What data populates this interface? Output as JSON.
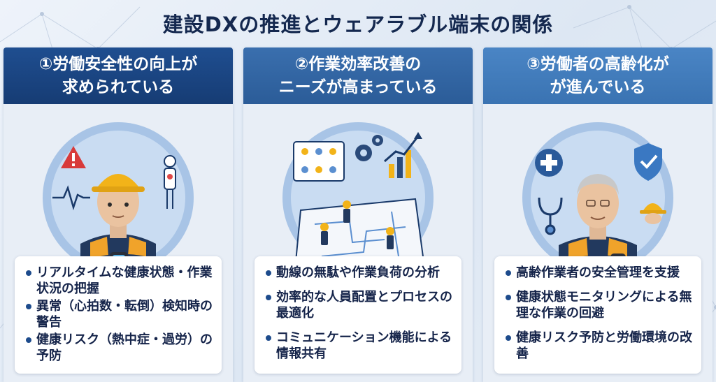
{
  "title": "建設DXの推進とウェアラブル端末の関係",
  "columns": [
    {
      "header": [
        "①労働安全性の向上が",
        "求められている"
      ],
      "bullets": [
        "リアルタイムな健康状態・作業状況の把握",
        "異常（心拍数・転倒）検知時の警告",
        "健康リスク（熱中症・過労）の予防"
      ]
    },
    {
      "header": [
        "②作業効率改善の",
        "ニーズが高まっている"
      ],
      "bullets": [
        "動線の無駄や作業負荷の分析",
        "効率的な人員配置とプロセスの最適化",
        "コミュニケーション機能による情報共有"
      ]
    },
    {
      "header": [
        "③労働者の高齢化が",
        "が進んでいる"
      ],
      "bullets": [
        "高齢作業者の安全管理を支援",
        "健康状態モニタリングによる無理な作業の回避",
        "健康リスク予防と労働環境の改善"
      ]
    }
  ],
  "colors": {
    "navy": "#14284f",
    "header_1": "#1f4e90",
    "header_2": "#3a6fae",
    "header_3": "#4a85c5",
    "helmet": "#f2b319",
    "vest": "#f0a32a",
    "alert": "#d83a3a"
  },
  "icons": [
    "warning-icon",
    "heartbeat-icon",
    "body-pain-icon",
    "watch-icon",
    "chart-icon",
    "gear-icon",
    "people-board-icon",
    "medical-cross-icon",
    "shield-check-icon",
    "stethoscope-icon",
    "helmet-icon"
  ]
}
